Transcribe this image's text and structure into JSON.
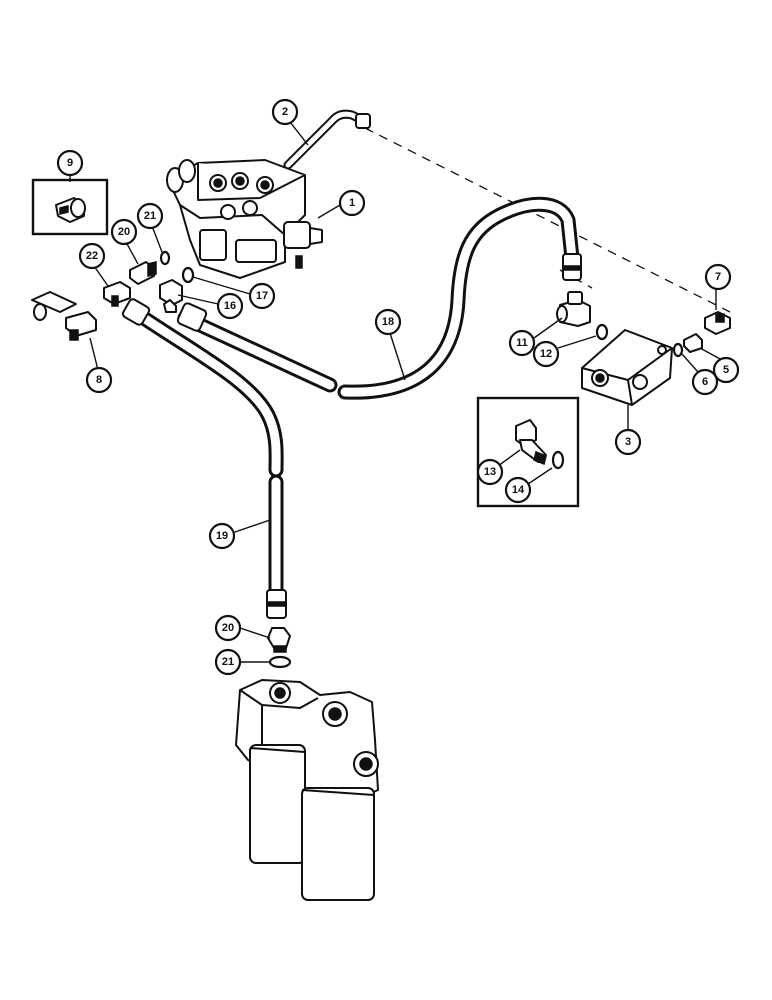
{
  "callouts": [
    {
      "label": "1"
    },
    {
      "label": "2"
    },
    {
      "label": "3"
    },
    {
      "label": "5"
    },
    {
      "label": "6"
    },
    {
      "label": "7"
    },
    {
      "label": "8"
    },
    {
      "label": "9"
    },
    {
      "label": "11"
    },
    {
      "label": "12"
    },
    {
      "label": "13"
    },
    {
      "label": "14"
    },
    {
      "label": "16"
    },
    {
      "label": "17"
    },
    {
      "label": "18"
    },
    {
      "label": "19"
    },
    {
      "label": "20"
    },
    {
      "label": "21"
    },
    {
      "label": "22"
    },
    {
      "label": "20"
    },
    {
      "label": "21"
    }
  ]
}
